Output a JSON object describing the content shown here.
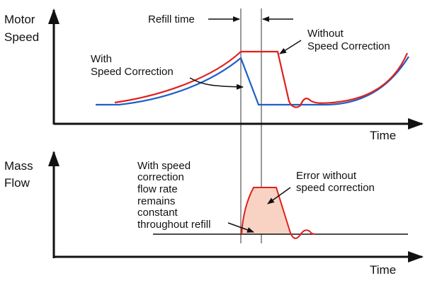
{
  "top_panel": {
    "y_label": [
      "Motor",
      "Speed"
    ],
    "x_label": "Time",
    "refill_label": "Refill time",
    "without_label": [
      "Without",
      "Speed Correction"
    ],
    "with_label": [
      "With",
      "Speed Correction"
    ]
  },
  "bottom_panel": {
    "y_label": [
      "Mass",
      "Flow"
    ],
    "x_label": "Time",
    "note": [
      "With speed",
      "correction",
      "flow rate",
      "remains",
      "constant",
      "throughout refill"
    ],
    "error_label": [
      "Error without",
      "speed correction"
    ]
  },
  "colors": {
    "with_correction": "#1f5fc8",
    "without_correction": "#e0201c",
    "error_fill": "#f8d3c3"
  }
}
